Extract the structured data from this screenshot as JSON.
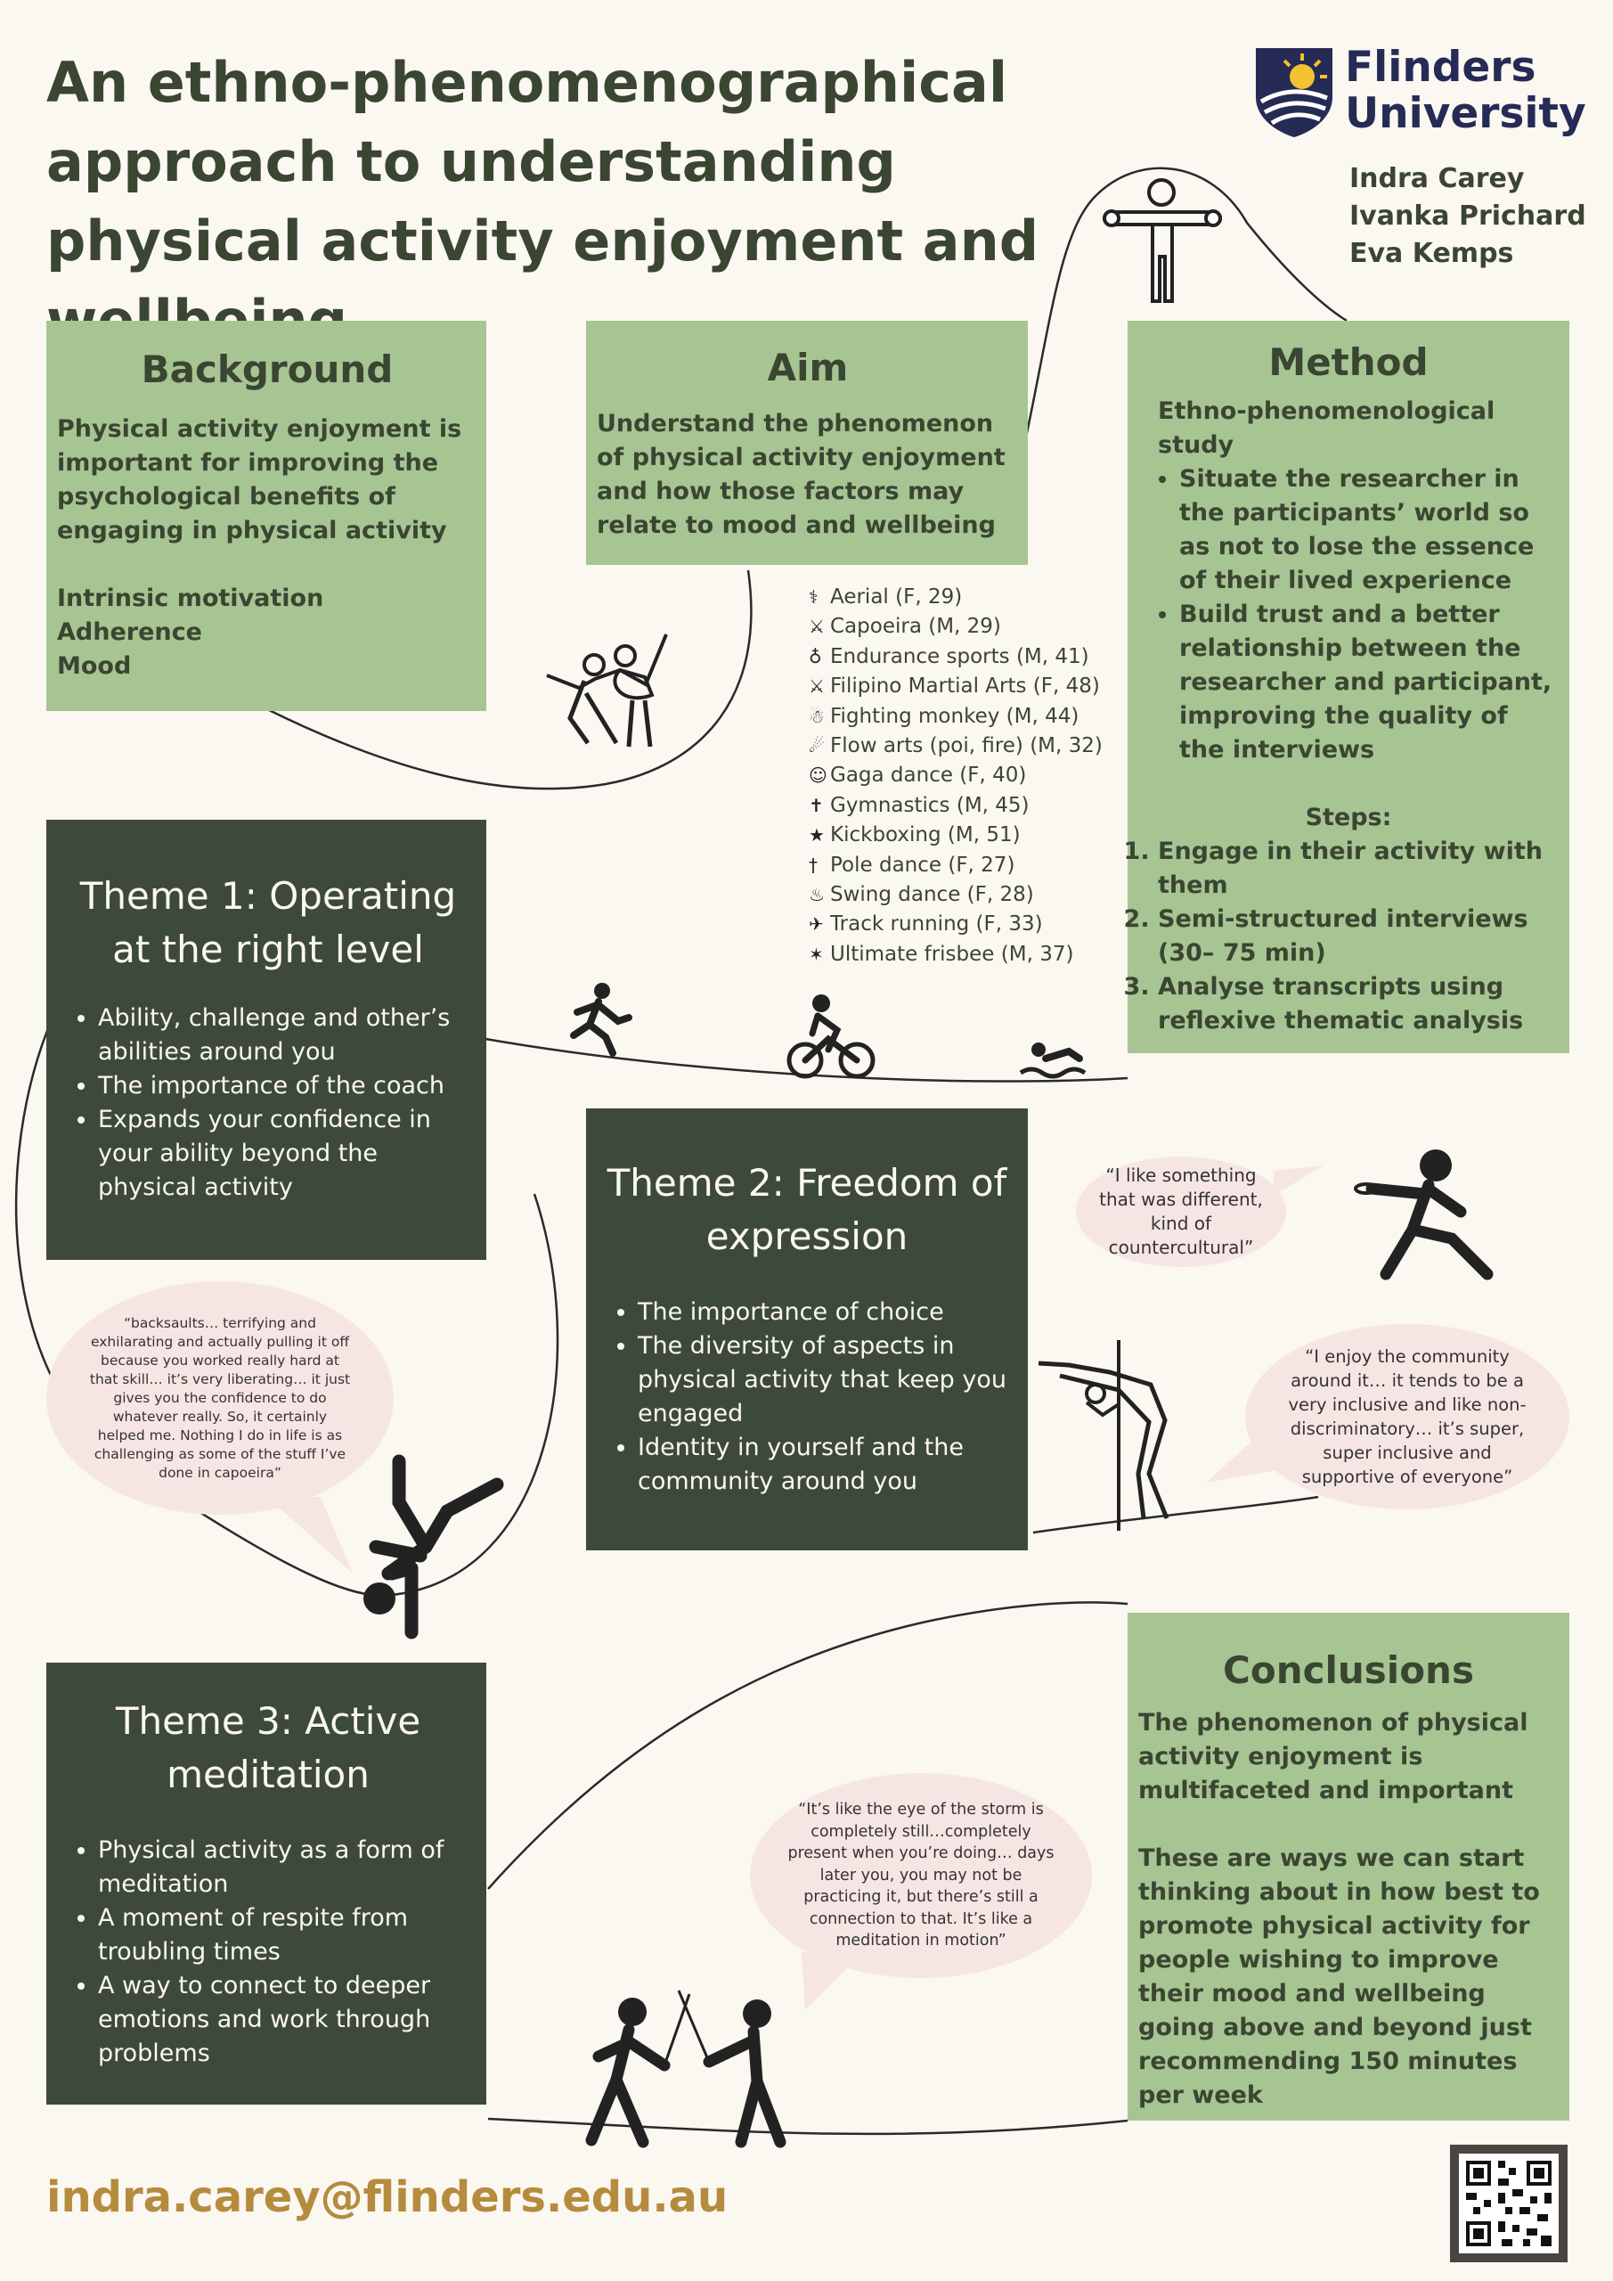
{
  "title": "An ethno-phenomenographical approach to understanding physical activity enjoyment and wellbeing",
  "logo": {
    "line1": "Flinders",
    "line2": "University"
  },
  "authors": [
    "Indra Carey",
    "Ivanka Prichard",
    "Eva Kemps"
  ],
  "background": {
    "heading": "Background",
    "text": "Physical activity enjoyment is important for improving the psychological benefits of engaging in physical activity",
    "items": [
      "Intrinsic motivation",
      "Adherence",
      "Mood"
    ]
  },
  "aim": {
    "heading": "Aim",
    "text": "Understand the phenomenon of physical activity enjoyment and how those factors may relate to mood and wellbeing"
  },
  "method": {
    "heading": "Method",
    "subheading": "Ethno-phenomenological study",
    "bullets": [
      "Situate the researcher in the participants’ world so as not to lose the essence of their lived experience",
      "Build trust and a better relationship between the researcher and participant, improving the quality of the interviews"
    ],
    "steps_heading": "Steps:",
    "steps": [
      "Engage in their activity with them",
      "Semi-structured interviews (30– 75 min)",
      "Analyse transcripts using reflexive thematic analysis"
    ]
  },
  "activities": [
    {
      "label": "Aerial (F, 29)",
      "icon": "aerial-icon",
      "glyph": "⚕"
    },
    {
      "label": "Capoeira (M, 29)",
      "icon": "capoeira-icon",
      "glyph": "⚔"
    },
    {
      "label": "Endurance sports (M, 41)",
      "icon": "cycling-icon",
      "glyph": "♁"
    },
    {
      "label": "Filipino Martial Arts (F, 48)",
      "icon": "martial-arts-icon",
      "glyph": "⚔"
    },
    {
      "label": "Fighting monkey (M, 44)",
      "icon": "fighting-monkey-icon",
      "glyph": "☃"
    },
    {
      "label": "Flow arts (poi, fire) (M, 32)",
      "icon": "flow-arts-icon",
      "glyph": "☄"
    },
    {
      "label": "Gaga dance (F, 40)",
      "icon": "dance-icon",
      "glyph": "☺"
    },
    {
      "label": "Gymnastics (M, 45)",
      "icon": "gymnastics-icon",
      "glyph": "✝"
    },
    {
      "label": "Kickboxing (M, 51)",
      "icon": "kickboxing-icon",
      "glyph": "★"
    },
    {
      "label": "Pole dance (F, 27)",
      "icon": "pole-dance-icon",
      "glyph": "†"
    },
    {
      "label": "Swing dance (F, 28)",
      "icon": "swing-dance-icon",
      "glyph": "♨"
    },
    {
      "label": "Track running (F, 33)",
      "icon": "running-icon",
      "glyph": "✈"
    },
    {
      "label": "Ultimate frisbee (M, 37)",
      "icon": "frisbee-icon",
      "glyph": "✶"
    }
  ],
  "theme1": {
    "heading": "Theme 1: Operating at the right level",
    "bullets": [
      "Ability, challenge and other’s abilities around you",
      "The importance of the coach",
      "Expands your confidence in your ability beyond the physical activity"
    ]
  },
  "theme2": {
    "heading": "Theme 2: Freedom of expression",
    "bullets": [
      "The importance of choice",
      "The diversity of aspects in physical activity that keep you engaged",
      "Identity in yourself and the community around you"
    ]
  },
  "theme3": {
    "heading": "Theme 3: Active meditation",
    "bullets": [
      "Physical activity as a form of meditation",
      "A moment of respite from troubling times",
      "A way to connect to deeper emotions and work through problems"
    ]
  },
  "conclusions": {
    "heading": "Conclusions",
    "p1": "The phenomenon of physical activity enjoyment is multifaceted and important",
    "p2": "These are ways we can start thinking about in how best to promote physical activity for people wishing to improve their mood and wellbeing going above and beyond just recommending 150 minutes per week"
  },
  "quotes": {
    "countercultural": "“I like something that was different, kind of countercultural”",
    "capoeira": "“backsaults… terrifying and exhilarating and actually pulling it off because you worked really hard at that skill… it’s very liberating… it just gives you the confidence to do whatever really. So, it certainly helped me. Nothing I do in life is as challenging as some of the stuff I’ve done in capoeira”",
    "community": "“I enjoy the community around it… it tends to be a very inclusive and like non-discriminatory… it’s super, super inclusive and supportive of everyone”",
    "storm": "“It’s like the eye of the storm is completely still…completely present when you’re doing… days later you, you may not be practicing it, but there’s still a connection to that. It’s like a meditation in motion”"
  },
  "email": "indra.carey@flinders.edu.au"
}
